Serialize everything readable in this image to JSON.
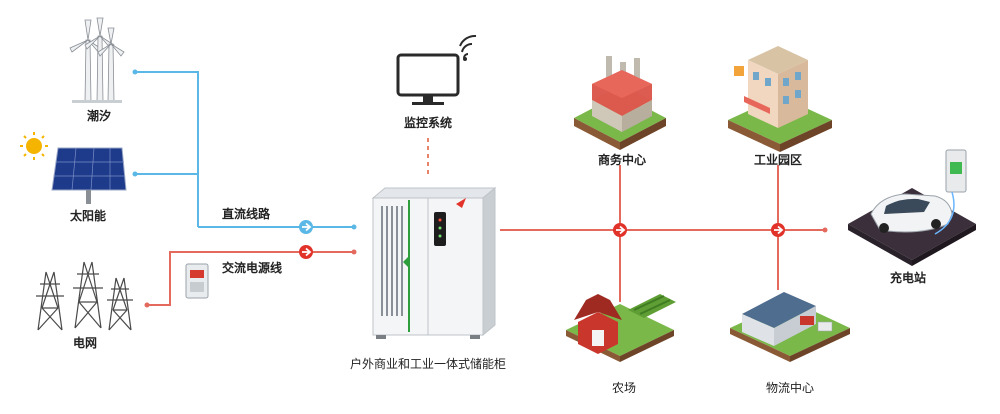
{
  "labels": {
    "tidal": "潮汐",
    "solar": "太阳能",
    "grid": "电网",
    "monitor": "监控系统",
    "dc_line": "直流线路",
    "ac_line": "交流电源线",
    "cabinet": "户外商业和工业一体式储能柜",
    "business": "商务中心",
    "industrial": "工业园区",
    "charging": "充电站",
    "farm": "农场",
    "logistics": "物流中心"
  },
  "colors": {
    "dc_line": "#5ab7e6",
    "ac_line": "#e46a5e",
    "accent_green": "#2e9e3d",
    "monitor_dash": "#e8826a"
  },
  "icons": {
    "tidal": "wind-turbine-icon",
    "solar": "solar-panel-icon",
    "grid": "power-tower-icon",
    "meter": "electric-meter-icon",
    "monitor": "monitor-wifi-icon",
    "cabinet": "storage-cabinet-icon",
    "business": "factory-building-icon",
    "industrial": "office-building-icon",
    "charging": "ev-charging-icon",
    "farm": "barn-farm-icon",
    "logistics": "warehouse-icon"
  }
}
